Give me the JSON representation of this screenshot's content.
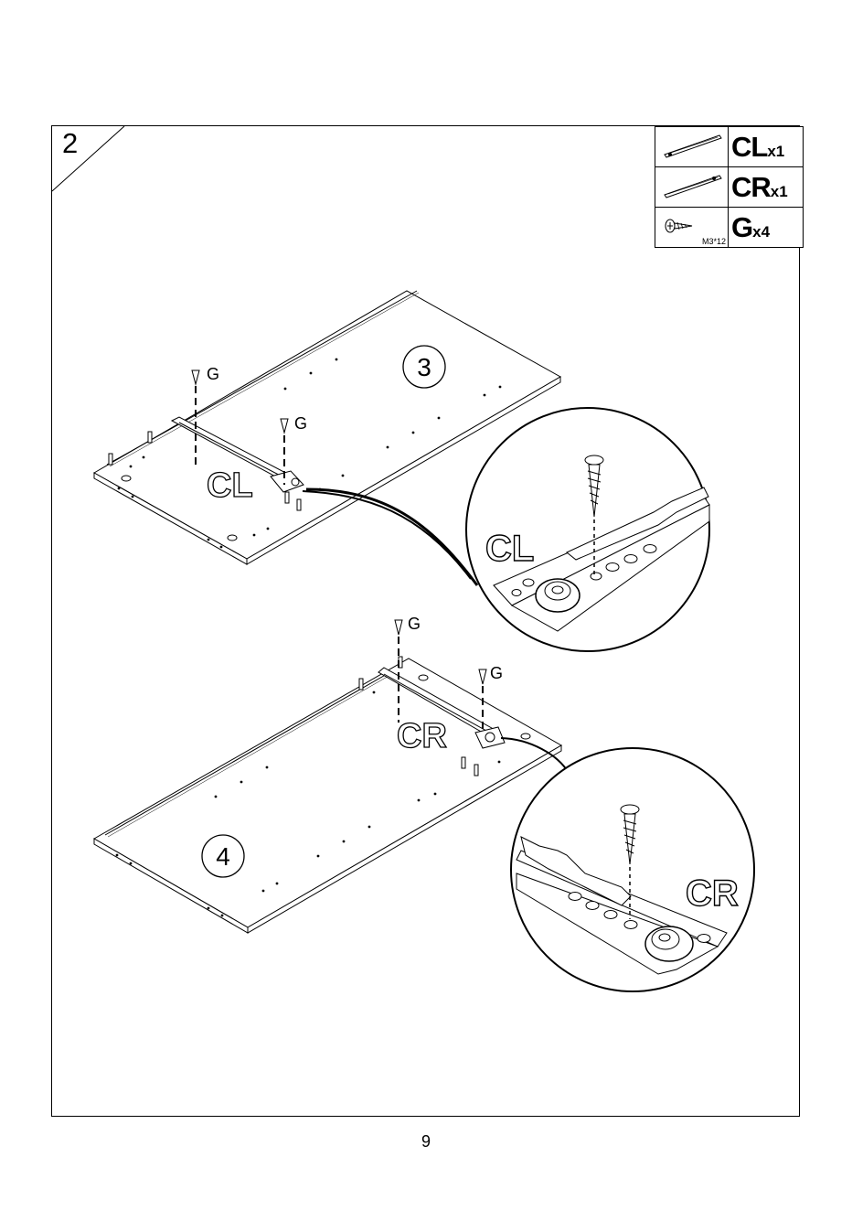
{
  "step": {
    "number": "2"
  },
  "parts": [
    {
      "code": "CL",
      "qty": "x1",
      "icon": "slide-rail-left-icon"
    },
    {
      "code": "CR",
      "qty": "x1",
      "icon": "slide-rail-right-icon"
    },
    {
      "code": "G",
      "qty": "x4",
      "icon": "screw-icon",
      "spec": "M3*12"
    }
  ],
  "panels": [
    {
      "number": "3"
    },
    {
      "number": "4"
    }
  ],
  "labels": {
    "screw": "G",
    "rail_left": "CL",
    "rail_right": "CR"
  },
  "page": {
    "number": "9"
  }
}
